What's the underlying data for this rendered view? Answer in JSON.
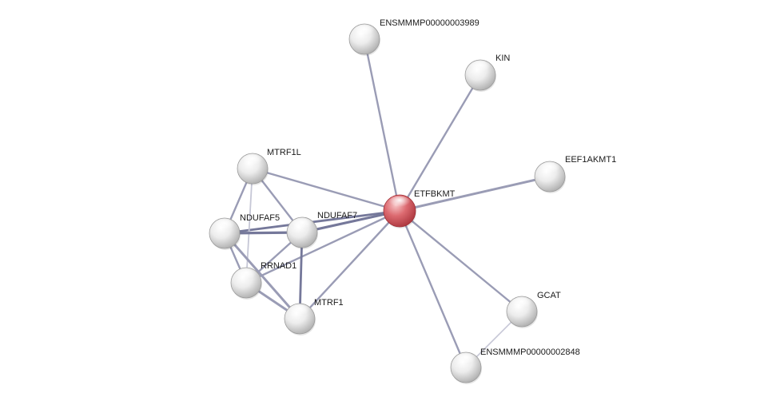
{
  "network": {
    "colors": {
      "edge": "#9a9cb5",
      "edge_dark": "#75789a",
      "edge_light": "#c6c7d6",
      "node_default": "#d9d9d9",
      "node_query": "#d2525a",
      "label": "#1a1a1a"
    },
    "nodes": [
      {
        "id": "ETFBKMT",
        "label": "ETFBKMT",
        "query": true
      },
      {
        "id": "ENSMMMP00000003989",
        "label": "ENSMMMP00000003989",
        "query": false
      },
      {
        "id": "KIN",
        "label": "KIN",
        "query": false
      },
      {
        "id": "EEF1AKMT1",
        "label": "EEF1AKMT1",
        "query": false
      },
      {
        "id": "MTRF1L",
        "label": "MTRF1L",
        "query": false
      },
      {
        "id": "NDUFAF5",
        "label": "NDUFAF5",
        "query": false
      },
      {
        "id": "NDUFAF7",
        "label": "NDUFAF7",
        "query": false
      },
      {
        "id": "RRNAD1",
        "label": "RRNAD1",
        "query": false
      },
      {
        "id": "MTRF1",
        "label": "MTRF1",
        "query": false
      },
      {
        "id": "GCAT",
        "label": "GCAT",
        "query": false
      },
      {
        "id": "ENSMMMP00000002848",
        "label": "ENSMMMP00000002848",
        "query": false
      }
    ],
    "edges": [
      {
        "source": "ETFBKMT",
        "target": "ENSMMMP00000003989"
      },
      {
        "source": "ETFBKMT",
        "target": "KIN"
      },
      {
        "source": "ETFBKMT",
        "target": "EEF1AKMT1"
      },
      {
        "source": "ETFBKMT",
        "target": "MTRF1L"
      },
      {
        "source": "ETFBKMT",
        "target": "NDUFAF5"
      },
      {
        "source": "ETFBKMT",
        "target": "NDUFAF7"
      },
      {
        "source": "ETFBKMT",
        "target": "RRNAD1"
      },
      {
        "source": "ETFBKMT",
        "target": "MTRF1"
      },
      {
        "source": "ETFBKMT",
        "target": "GCAT"
      },
      {
        "source": "ETFBKMT",
        "target": "ENSMMMP00000002848"
      },
      {
        "source": "MTRF1L",
        "target": "NDUFAF5"
      },
      {
        "source": "MTRF1L",
        "target": "NDUFAF7"
      },
      {
        "source": "MTRF1L",
        "target": "RRNAD1"
      },
      {
        "source": "NDUFAF5",
        "target": "NDUFAF7"
      },
      {
        "source": "NDUFAF5",
        "target": "RRNAD1"
      },
      {
        "source": "NDUFAF5",
        "target": "MTRF1"
      },
      {
        "source": "NDUFAF7",
        "target": "RRNAD1"
      },
      {
        "source": "NDUFAF7",
        "target": "MTRF1"
      },
      {
        "source": "RRNAD1",
        "target": "MTRF1"
      },
      {
        "source": "GCAT",
        "target": "ENSMMMP00000002848"
      }
    ]
  }
}
